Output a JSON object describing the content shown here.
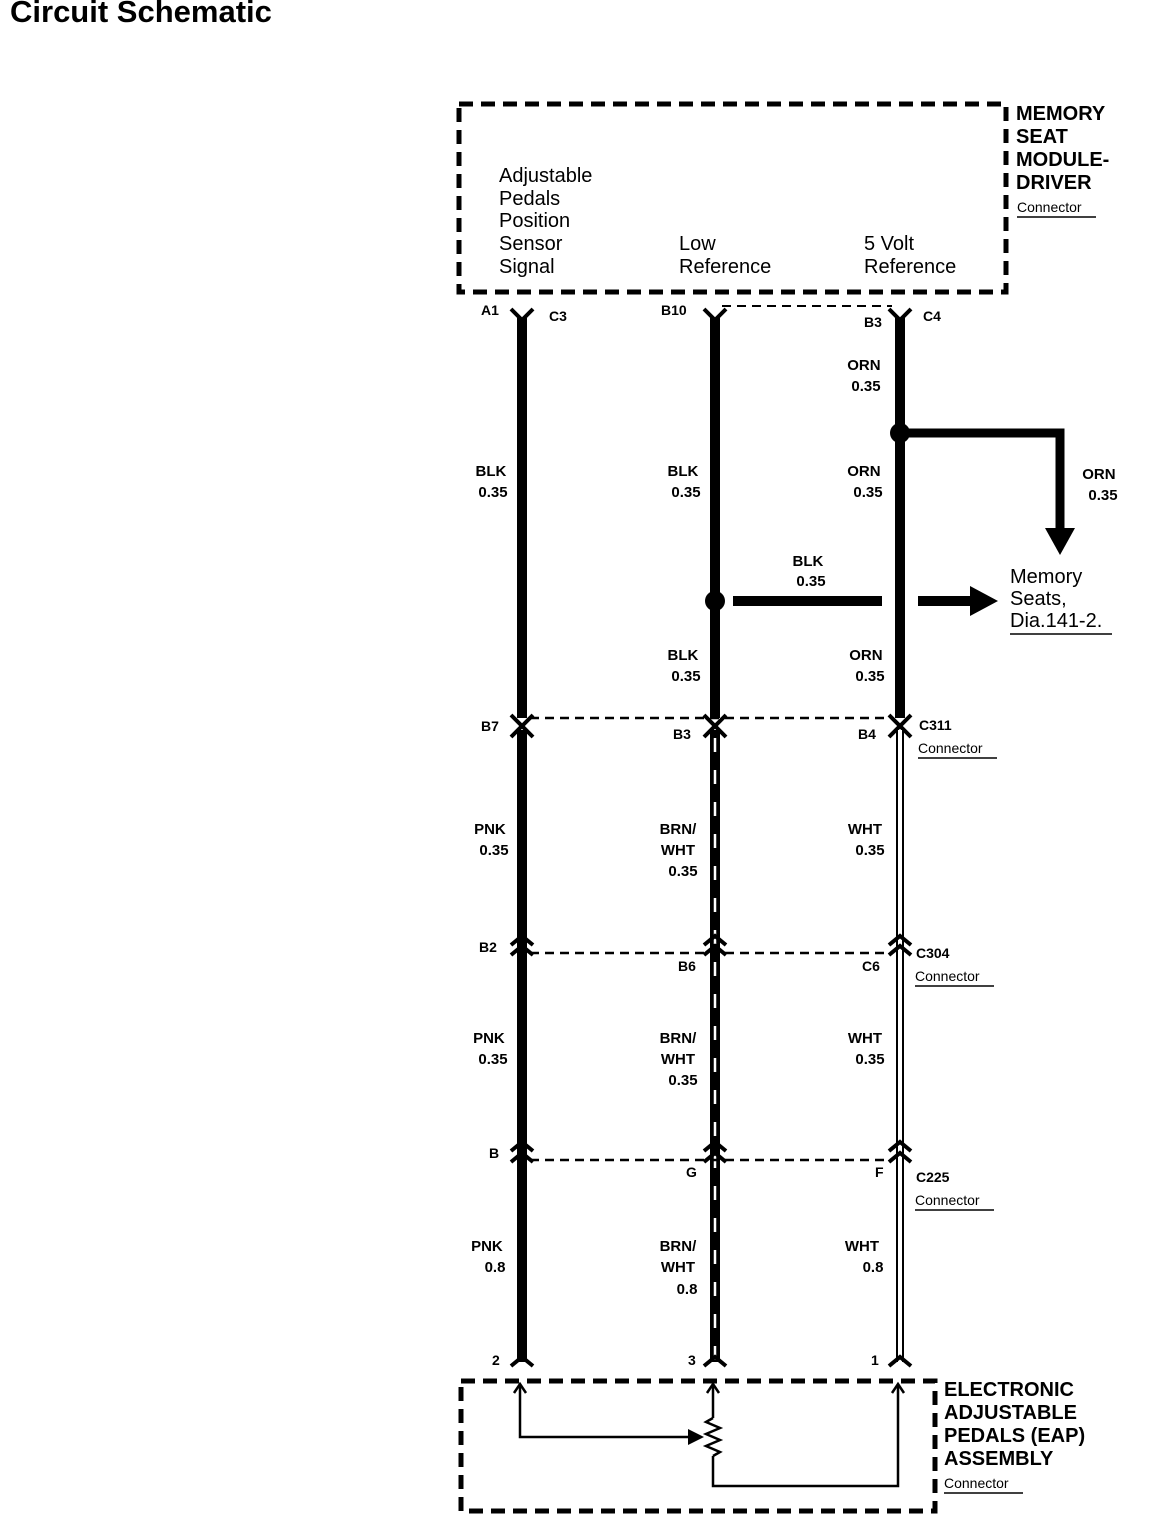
{
  "page_title": "Circuit Schematic",
  "module": {
    "name_lines": [
      "MEMORY",
      "SEAT",
      "MODULE-",
      "DRIVER"
    ],
    "sub": "Connector",
    "pin_functions": {
      "sensor_signal": [
        "Adjustable",
        "Pedals",
        "Position",
        "Sensor",
        "Signal"
      ],
      "low_ref": [
        "Low",
        "Reference"
      ],
      "five_volt": [
        "5 Volt",
        "Reference"
      ]
    },
    "pins": {
      "a1": "A1",
      "c3": "C3",
      "b10": "B10",
      "b3": "B3",
      "c4": "C4"
    }
  },
  "wires_top": {
    "orn_a": [
      "ORN",
      "0.35"
    ],
    "orn_branch": [
      "ORN",
      "0.35"
    ],
    "left_blk": [
      "BLK",
      "0.35"
    ],
    "mid_blk": [
      "BLK",
      "0.35"
    ],
    "right_orn": [
      "ORN",
      "0.35"
    ],
    "branch_blk": [
      "BLK",
      "0.35"
    ],
    "mid_blk_2": [
      "BLK",
      "0.35"
    ],
    "right_orn_2": [
      "ORN",
      "0.35"
    ]
  },
  "memory_seats_ref": [
    "Memory",
    "Seats,",
    "Dia.141-2."
  ],
  "c311": {
    "name": "C311",
    "sub": "Connector",
    "pins": [
      "B7",
      "B3",
      "B4"
    ]
  },
  "seg2": {
    "left": [
      "PNK",
      "0.35"
    ],
    "mid": [
      "BRN/",
      "WHT",
      "0.35"
    ],
    "right": [
      "WHT",
      "0.35"
    ]
  },
  "c304": {
    "name": "C304",
    "sub": "Connector",
    "pins": [
      "B2",
      "B6",
      "C6"
    ]
  },
  "seg3": {
    "left": [
      "PNK",
      "0.35"
    ],
    "mid": [
      "BRN/",
      "WHT",
      "0.35"
    ],
    "right": [
      "WHT",
      "0.35"
    ]
  },
  "c225": {
    "name": "C225",
    "sub": "Connector",
    "pins": [
      "B",
      "G",
      "F"
    ]
  },
  "seg4": {
    "left": [
      "PNK",
      "0.8"
    ],
    "mid": [
      "BRN/",
      "WHT",
      "0.8"
    ],
    "right": [
      "WHT",
      "0.8"
    ]
  },
  "eap": {
    "name_lines": [
      "ELECTRONIC",
      "ADJUSTABLE",
      "PEDALS (EAP)",
      "ASSEMBLY"
    ],
    "sub": "Connector",
    "pins": [
      "2",
      "3",
      "1"
    ]
  }
}
